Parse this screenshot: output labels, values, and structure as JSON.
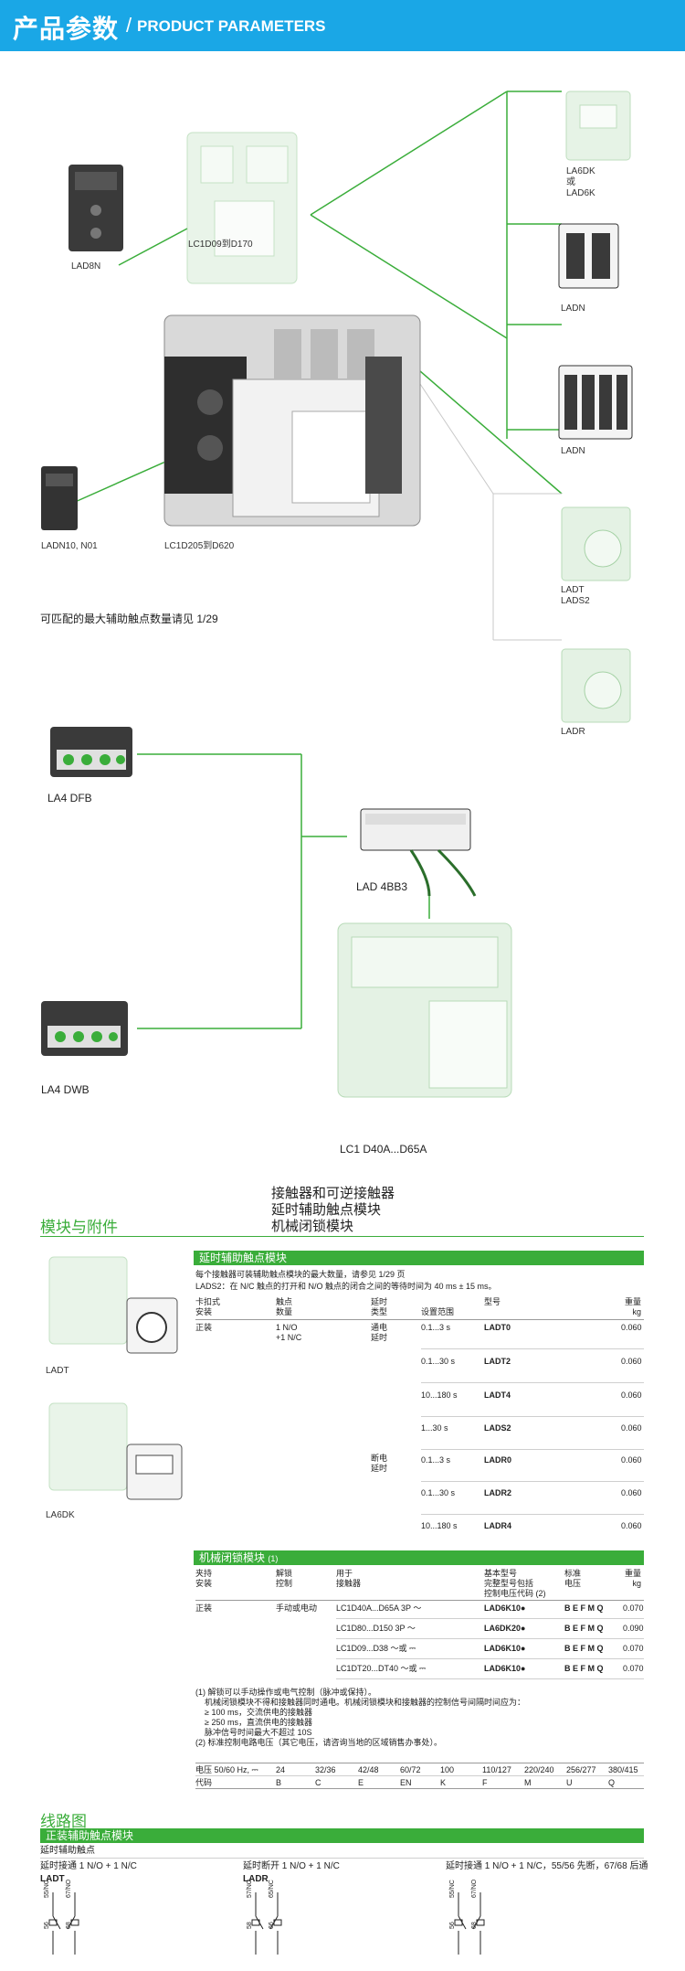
{
  "header": {
    "title_cn": "产品参数",
    "slash": "/",
    "title_en": "PRODUCT PARAMETERS"
  },
  "colors": {
    "header_bg": "#1aa7e6",
    "accent_green": "#3aad3a"
  },
  "diagram1": {
    "labels": {
      "lad8n": "LAD8N",
      "lc1d09": "LC1D09到D170",
      "ladn10": "LADN10, N01",
      "lc1d205": "LC1D205到D620",
      "la6dk_1": "LA6DK",
      "la6dk_2": "或",
      "la6dk_3": "LAD6K",
      "ladn_a": "LADN",
      "ladn_b": "LADN",
      "ladt_1": "LADT",
      "ladt_2": "LADS2",
      "ladr": "LADR"
    },
    "note": "可匹配的最大辅助触点数量请见 1/29"
  },
  "diagram2": {
    "labels": {
      "la4dfb": "LA4 DFB",
      "lad4bb3": "LAD 4BB3",
      "la4dwb": "LA4 DWB",
      "lc1d40a": "LC1 D40A...D65A"
    }
  },
  "modules": {
    "title": "模块与附件",
    "heading_lines": [
      "接触器和可逆接触器",
      "延时辅助触点模块",
      "机械闭锁模块"
    ],
    "img_label_1": "LADT",
    "img_label_2": "LA6DK",
    "timed": {
      "bar": "延时辅助触点模块",
      "desc1": "每个接触器可装辅助触点模块的最大数量，请参见 1/29 页",
      "desc2": "LADS2：在 N/C 触点的打开和 N/O 触点的闭合之间的等待时间为 40 ms ± 15 ms。",
      "head": {
        "c1a": "卡扣式",
        "c1b": "安装",
        "c2a": "触点",
        "c2b": "数量",
        "c3a": "延时",
        "c3b": "类型",
        "c4": "设置范围",
        "c5": "型号",
        "c6a": "重量",
        "c6b": "kg"
      },
      "mount": "正装",
      "contacts_a": "1 N/O",
      "contacts_b": "+1 N/C",
      "type_on_a": "通电",
      "type_on_b": "延时",
      "type_off_a": "断电",
      "type_off_b": "延时",
      "rows": [
        {
          "range": "0.1...3 s",
          "ref": "LADT0",
          "weight": "0.060"
        },
        {
          "range": "0.1...30 s",
          "ref": "LADT2",
          "weight": "0.060"
        },
        {
          "range": "10...180 s",
          "ref": "LADT4",
          "weight": "0.060"
        },
        {
          "range": "1...30 s",
          "ref": "LADS2",
          "weight": "0.060"
        },
        {
          "range": "0.1...3 s",
          "ref": "LADR0",
          "weight": "0.060"
        },
        {
          "range": "0.1...30 s",
          "ref": "LADR2",
          "weight": "0.060"
        },
        {
          "range": "10...180 s",
          "ref": "LADR4",
          "weight": "0.060"
        }
      ]
    },
    "interlock": {
      "bar": "机械闭锁模块",
      "bar_note": "(1)",
      "head": {
        "c1a": "夹持",
        "c1b": "安装",
        "c2a": "解锁",
        "c2b": "控制",
        "c3a": "用于",
        "c3b": "接触器",
        "c4a": "基本型号",
        "c4b": "完整型号包括",
        "c4c": "控制电压代码 (2)",
        "c5a": "标准",
        "c5b": "电压",
        "c6a": "重量",
        "c6b": "kg"
      },
      "mount": "正装",
      "control": "手动或电动",
      "rows": [
        {
          "for": "LC1D40A...D65A 3P 〜",
          "ref": "LAD6K10●",
          "volt": "B E F M Q",
          "weight": "0.070"
        },
        {
          "for": "LC1D80...D150 3P 〜",
          "ref": "LA6DK20●",
          "volt": "B E F M Q",
          "weight": "0.090"
        },
        {
          "for": "LC1D09...D38 〜或 ⎓",
          "ref": "LAD6K10●",
          "volt": "B E F M Q",
          "weight": "0.070"
        },
        {
          "for": "LC1DT20...DT40 〜或 ⎓",
          "ref": "LAD6K10●",
          "volt": "B E F M Q",
          "weight": "0.070"
        }
      ],
      "notes": [
        "(1) 解锁可以手动操作或电气控制（脉冲或保持）。",
        "机械闭锁模块不得和接触器同时通电。机械闭锁模块和接触器的控制信号间隔时间应为：",
        "≥ 100 ms，交流供电的接触器",
        "≥ 250 ms，直流供电的接触器",
        "脉冲信号时间最大不超过 10S",
        "(2) 标准控制电路电压（其它电压，请咨询当地的区域销售办事处）。"
      ]
    },
    "voltage": {
      "head": [
        "电压 50/60 Hz, ⎓",
        "24",
        "32/36",
        "42/48",
        "60/72",
        "100",
        "110/127",
        "220/240",
        "256/277",
        "380/415"
      ],
      "code": [
        "代码",
        "B",
        "C",
        "E",
        "EN",
        "K",
        "F",
        "M",
        "U",
        "Q"
      ]
    }
  },
  "wiring": {
    "title": "线路图",
    "bar": "正装辅助触点模块",
    "sub": "延时辅助触点",
    "cols": [
      {
        "desc": "延时接通 1 N/O + 1 N/C",
        "ref": "LADT",
        "pins": [
          "55/NC",
          "67/NO",
          "56",
          "68"
        ]
      },
      {
        "desc": "延时断开 1 N/O + 1 N/C",
        "ref": "LADR",
        "pins": [
          "57/NO",
          "65/NC",
          "58",
          "66"
        ]
      },
      {
        "desc": "延时接通 1 N/O + 1 N/C，55/56 先断，67/68 后通",
        "ref": "",
        "pins": [
          "55/NC",
          "67/NO",
          "56",
          "68"
        ]
      }
    ]
  }
}
